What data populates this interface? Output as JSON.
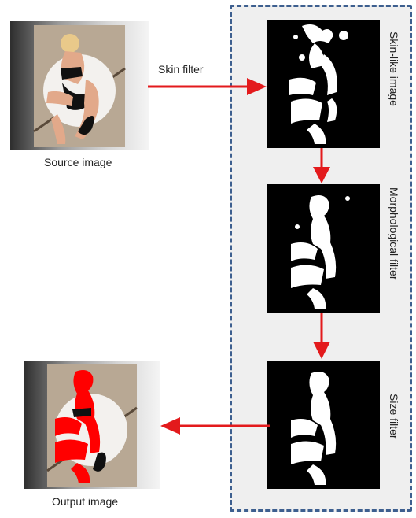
{
  "labels": {
    "source": "Source image",
    "output": "Output image",
    "skin_filter": "Skin filter",
    "skin_like": "Skin-like image",
    "morphological": "Morphological filter",
    "size": "Size filter"
  },
  "colors": {
    "arrow": "#e31a1c",
    "panel_border": "#3d5f8f",
    "panel_fill": "#efefef",
    "mask_background": "#000000",
    "mask_foreground": "#ffffff",
    "highlight": "#ff0000"
  }
}
